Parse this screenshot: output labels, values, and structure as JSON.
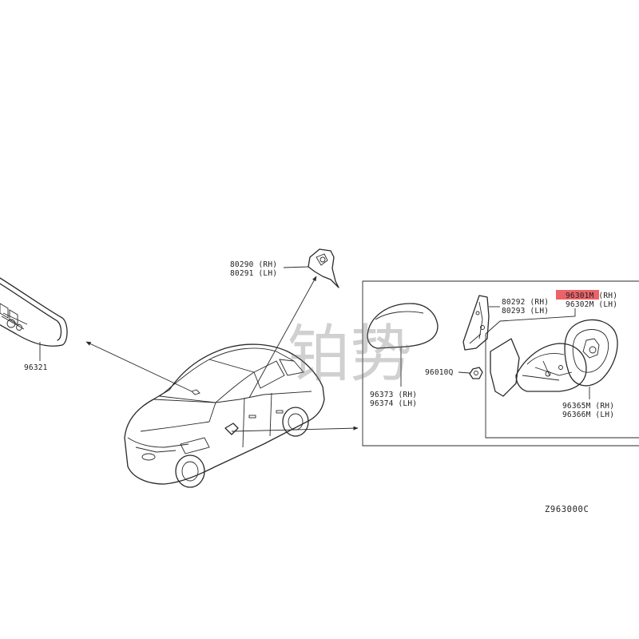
{
  "watermark": "铂势",
  "diagram_ref": "Z963000C",
  "parts": {
    "inner_mirror": "96321",
    "bracket_rh": "80290 (RH)",
    "bracket_lh": "80291 (LH)",
    "corner_cover_rh": "80292 (RH)",
    "corner_cover_lh": "80293 (LH)",
    "mirror_assy_rh": "96301M (RH)",
    "mirror_assy_lh": "96302M (LH)",
    "cap_rh": "96373 (RH)",
    "cap_lh": "96374 (LH)",
    "nut": "96010Q",
    "glass_rh": "96365M (RH)",
    "glass_lh": "96366M (LH)"
  },
  "colors": {
    "highlight": "#e8474e",
    "ink": "#2a2a2a",
    "watermark": "#787878"
  }
}
